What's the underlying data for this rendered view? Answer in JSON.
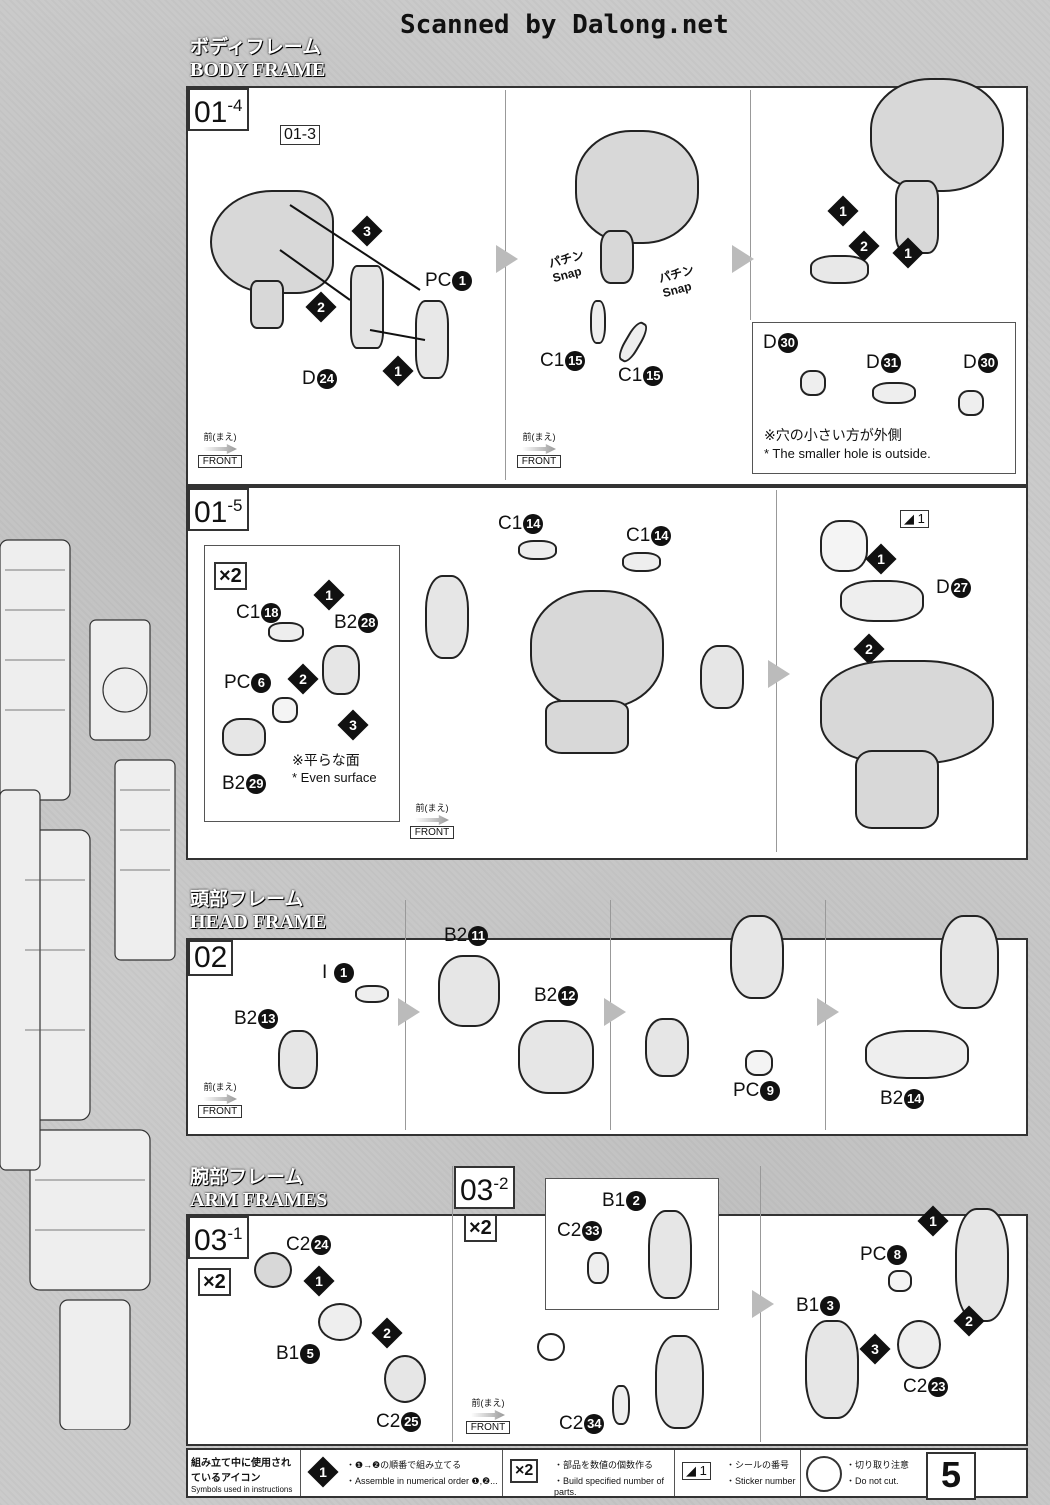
{
  "watermark": "Scanned by Dalong.net",
  "page_number": "5",
  "sections": {
    "body": {
      "title_jp": "ボディフレーム",
      "title_en": "BODY FRAME"
    },
    "head": {
      "title_jp": "頭部フレーム",
      "title_en": "HEAD FRAME"
    },
    "arm": {
      "title_jp": "腕部フレーム",
      "title_en": "ARM FRAMES"
    }
  },
  "steps": {
    "s0104": {
      "no": "01",
      "sub": "-4",
      "ref": "01-3",
      "pc": "PC",
      "pc_n": "1",
      "d": "D",
      "d_n": "24",
      "c1a": "C1",
      "c1a_n": "15",
      "c1b": "C1",
      "c1b_n": "15",
      "snap_jp": "パチン",
      "snap_en": "Snap",
      "inset": {
        "d1": "D",
        "d1_n": "30",
        "d2": "D",
        "d2_n": "31",
        "d3": "D",
        "d3_n": "30",
        "note_jp": "※穴の小さい方が外側",
        "note_en": "* The smaller hole is outside."
      }
    },
    "s0105": {
      "no": "01",
      "sub": "-5",
      "x2": "×2",
      "c1": "C1",
      "c1_n": "18",
      "b2a": "B2",
      "b2a_n": "28",
      "pc": "PC",
      "pc_n": "6",
      "b2b": "B2",
      "b2b_n": "29",
      "note_jp": "※平らな面",
      "note_en": "* Even surface",
      "c1x": "C1",
      "c1x_n": "14",
      "c1y": "C1",
      "c1y_n": "14",
      "d": "D",
      "d_n": "27",
      "sticker_n": "1"
    },
    "s02": {
      "no": "02",
      "i": "I",
      "i_n": "1",
      "b2a": "B2",
      "b2a_n": "13",
      "b2b": "B2",
      "b2b_n": "11",
      "b2c": "B2",
      "b2c_n": "12",
      "pc": "PC",
      "pc_n": "9",
      "b2d": "B2",
      "b2d_n": "14"
    },
    "s0301": {
      "no": "03",
      "sub": "-1",
      "x2": "×2",
      "c2a": "C2",
      "c2a_n": "24",
      "b1": "B1",
      "b1_n": "5",
      "c2b": "C2",
      "c2b_n": "25"
    },
    "s0302": {
      "no": "03",
      "sub": "-2",
      "x2": "×2",
      "b1a": "B1",
      "b1a_n": "2",
      "c2a": "C2",
      "c2a_n": "33",
      "c2b": "C2",
      "c2b_n": "34",
      "pc": "PC",
      "pc_n": "8",
      "b1b": "B1",
      "b1b_n": "3",
      "c2c": "C2",
      "c2c_n": "23"
    }
  },
  "front_label": {
    "jp": "前(まえ)",
    "en": "FRONT"
  },
  "legend": {
    "title_jp": "組み立て中に使用されているアイコン",
    "title_en": "Symbols used in instructions",
    "order_jp": "・❶→❷の順番で組み立てる",
    "order_en": "・Assemble in numerical order ❶,❷...",
    "count_jp": "・部品を数値の個数作る",
    "count_en": "・Build specified number of parts.",
    "sticker_jp": "・シールの番号",
    "sticker_en": "・Sticker number",
    "cut_jp": "・切り取り注意",
    "cut_en": "・Do not cut."
  }
}
